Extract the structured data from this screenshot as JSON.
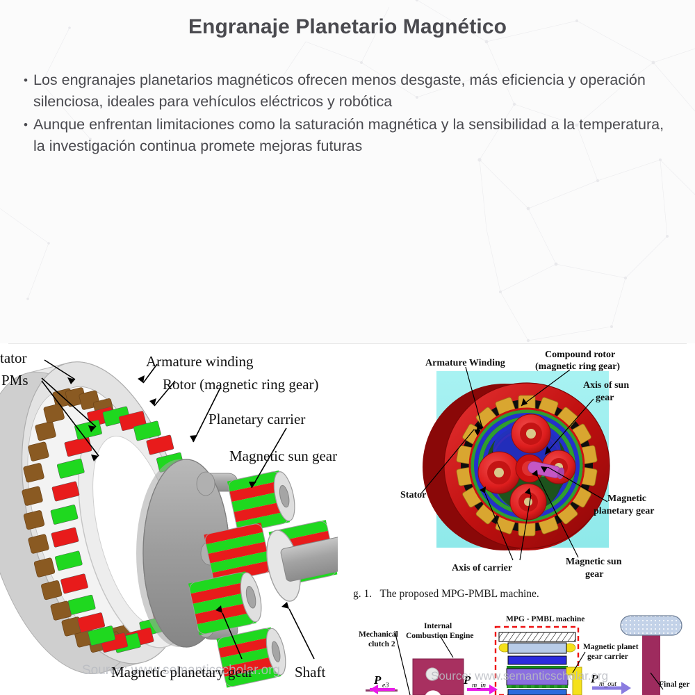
{
  "slide": {
    "title": "Engranaje Planetario Magnético",
    "title_color": "#4a4a4f",
    "background_color": "#fbfbfb",
    "bullet_marker": "•",
    "bullets": [
      "Los engranajes planetarios magnéticos ofrecen menos desgaste, más eficiencia y operación silenciosa, ideales para vehículos eléctricos y robótica",
      "Aunque enfrentan limitaciones como la saturación magnética y la sensibilidad a la temperatura, la investigación continua promete mejoras futuras"
    ]
  },
  "figures": {
    "caption": "g. 1.   The proposed MPG-PMBL machine.",
    "watermark": "Source: www.semanticscholar.org",
    "left_panel": {
      "name": "exploded-view-magnetic-planetary-machine",
      "labels": [
        "tator",
        "PMs",
        "Armature winding",
        "Rotor (magnetic ring gear)",
        "Planetary carrier",
        "Magnetic sun gear",
        "Magnetic planetary gear",
        "Shaft"
      ],
      "colors": {
        "stator_body": "#d4d4d4",
        "winding": "#8a5a22",
        "magnet_north": "#e81b1b",
        "magnet_south": "#1fd81f",
        "carrier": "#9a9a9a",
        "shaft": "#a8a8a8"
      }
    },
    "right_panel": {
      "name": "cutaway-mpg-pmbl-machine",
      "background_color": "#9ef0f0",
      "labels": [
        "Armature Winding",
        "Compound rotor",
        "(magnetic ring gear)",
        "Axis of sun",
        "gear",
        "Stator",
        "Magnetic",
        "planetary gear",
        "Axis of carrier",
        "Magnetic sun",
        "gear"
      ],
      "colors": {
        "stator_ring": "#cc1111",
        "winding_slot": "#d9a630",
        "magnet_blue": "#2430cc",
        "magnet_green": "#2f9e2f",
        "magnet_dark": "#1c4d1c",
        "gear_red": "#e02020",
        "axis_pink": "#c457c4"
      }
    },
    "block_panel": {
      "name": "powertrain-block-diagram",
      "labels": [
        "MPG - PMBL machine",
        "Mechanical",
        "clutch 2",
        "Internal",
        "Combustion Engine",
        "Magnetic planet",
        "gear carrier",
        "Final ger"
      ],
      "power_flows": [
        {
          "symbol": "P",
          "sub": "e3",
          "direction": "left",
          "color": "#e81be8"
        },
        {
          "symbol": "P",
          "sub": "m_in",
          "direction": "right",
          "color": "#e81be8"
        },
        {
          "symbol": "P",
          "sub": "m_out",
          "direction": "right",
          "color": "#8a7ce0"
        }
      ],
      "colors": {
        "engine_body": "#a83060",
        "dashed_box": "#ee1111",
        "hatch_block": "#ffffff",
        "stack_blue": "#2b2bdd",
        "stack_violet": "#8a6fe0",
        "stack_lightblue": "#b8cce8",
        "carrier_yellow": "#f5e11a",
        "final_gear_head": "#c3d2e8",
        "shaft_maroon": "#9e2b5e"
      }
    }
  }
}
